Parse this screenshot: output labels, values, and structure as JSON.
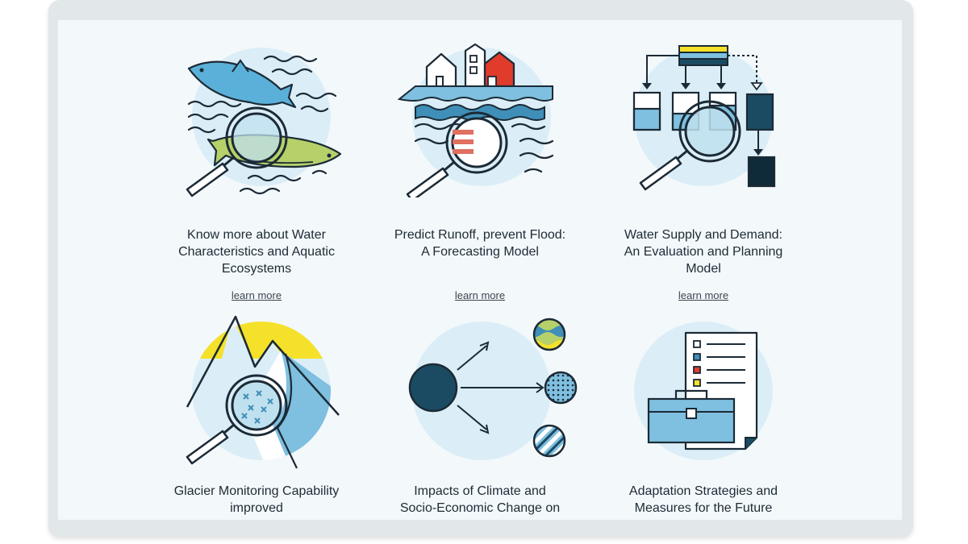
{
  "colors": {
    "ink": "#1b2a36",
    "circle_bg": "#dbeef7",
    "light_blue": "#7fbfdf",
    "mid_blue": "#3f8fb8",
    "dark_teal": "#1b4b63",
    "red": "#e03b2b",
    "yellow": "#f5e12a",
    "green": "#b6d06a"
  },
  "cards": [
    {
      "title_lines": [
        "Know more about Water",
        "Characteristics and Aquatic",
        "Ecosystems"
      ],
      "link": "learn more",
      "icon": "fish-magnifier-icon"
    },
    {
      "title_lines": [
        "Predict Runoff, prevent Flood:",
        "A Forecasting Model"
      ],
      "link": "learn more",
      "icon": "flood-houses-icon"
    },
    {
      "title_lines": [
        "Water Supply and Demand:",
        "An Evaluation and Planning",
        "Model"
      ],
      "link": "learn more",
      "icon": "water-tanks-flow-icon"
    },
    {
      "title_lines": [
        "Glacier Monitoring Capability",
        "improved"
      ],
      "icon": "glacier-mountain-icon"
    },
    {
      "title_lines": [
        "Impacts of Climate and",
        "Socio-Economic Change on"
      ],
      "icon": "climate-impact-spheres-icon"
    },
    {
      "title_lines": [
        "Adaptation Strategies and",
        "Measures for the Future"
      ],
      "icon": "toolbox-checklist-icon"
    }
  ]
}
